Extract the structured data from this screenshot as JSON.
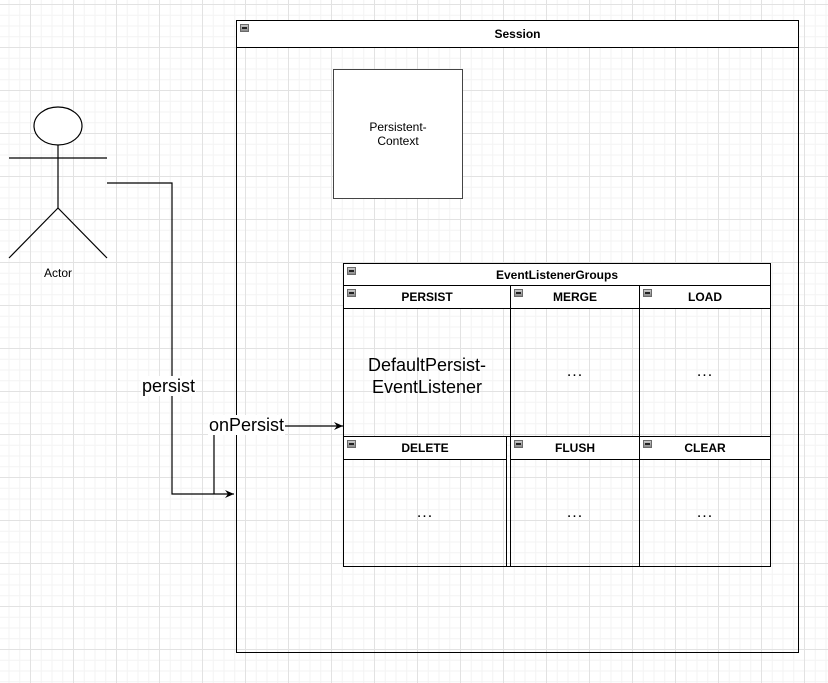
{
  "actor": {
    "label": "Actor"
  },
  "session": {
    "title": "Session"
  },
  "persistence_context": {
    "label_line1": "Persistent-",
    "label_line2": "Context"
  },
  "event_listener_groups": {
    "title": "EventListenerGroups",
    "cells": [
      {
        "title": "PERSIST",
        "content_line1": "DefaultPersist-",
        "content_line2": "EventListener"
      },
      {
        "title": "MERGE",
        "content": "..."
      },
      {
        "title": "LOAD",
        "content": "..."
      },
      {
        "title": "DELETE",
        "content": "..."
      },
      {
        "title": "FLUSH",
        "content": "..."
      },
      {
        "title": "CLEAR",
        "content": "..."
      }
    ]
  },
  "edges": {
    "persist_label": "persist",
    "on_persist_label": "onPersist"
  },
  "colors": {
    "stroke": "#000000",
    "grid": "#e2e2e2",
    "background": "#ffffff"
  }
}
